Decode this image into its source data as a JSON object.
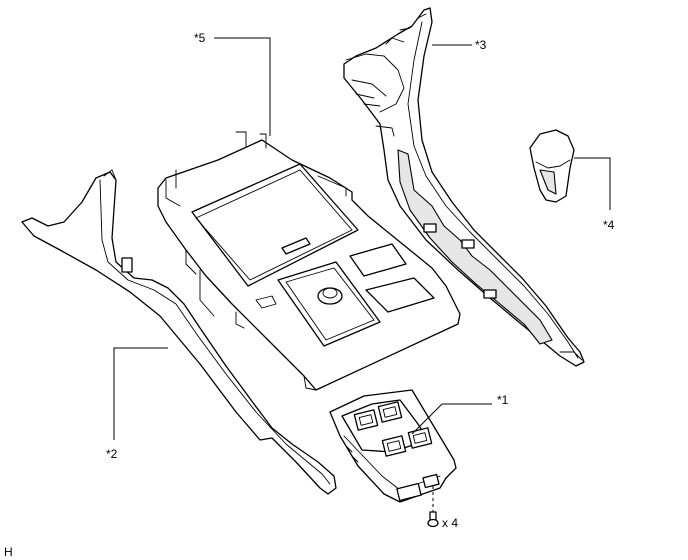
{
  "callouts": {
    "part1": "*1",
    "part2": "*2",
    "part3": "*3",
    "part4": "*4",
    "part5": "*5"
  },
  "quantity": "x 4",
  "figure_code": "H"
}
